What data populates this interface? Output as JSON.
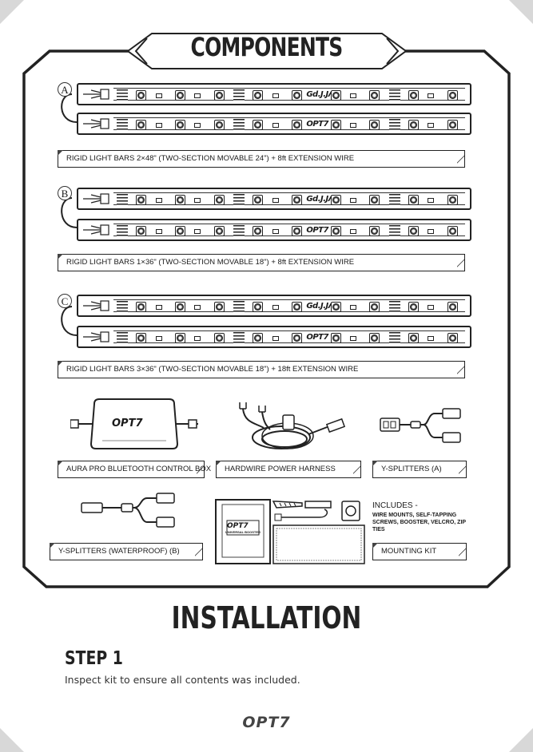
{
  "components": {
    "title": "COMPONENTS",
    "kits": [
      {
        "badge": "A",
        "caption": "RIGID LIGHT BARS 2×48\" (TWO-SECTION MOVABLE 24\") + 8ft EXTENSION WIRE"
      },
      {
        "badge": "B",
        "caption": "RIGID LIGHT BARS 1×36\" (TWO-SECTION MOVABLE 18\") + 8ft EXTENSION WIRE"
      },
      {
        "badge": "C",
        "caption": "RIGID LIGHT BARS 3×36\" (TWO-SECTION MOVABLE 18\") + 18ft EXTENSION WIRE"
      }
    ],
    "bar_logos": {
      "top": "Gd.J.JΛ",
      "bottom": "OPT7"
    },
    "accessories": {
      "control_box": {
        "caption": "AURA PRO BLUETOOTH CONTROL BOX",
        "logo": "OPT7"
      },
      "harness": {
        "caption": "HARDWIRE POWER HARNESS"
      },
      "y_splitters_a": {
        "caption": "Y-SPLITTERS (A)"
      },
      "y_splitters_b": {
        "caption": "Y-SPLITTERS (WATERPROOF) (B)"
      },
      "booster": {
        "logo": "OPT7",
        "sub": "UNIVERSAL BOOSTER"
      },
      "mounting_kit": {
        "caption": "MOUNTING KIT",
        "includes_label": "INCLUDES -",
        "includes_items": "WIRE MOUNTS, SELF-TAPPING SCREWS, BOOSTER, VELCRO, ZIP TIES"
      }
    }
  },
  "installation": {
    "title": "INSTALLATION",
    "step_title": "STEP 1",
    "step_text": "Inspect kit to ensure all contents was included."
  },
  "footer": {
    "logo": "OPT7"
  }
}
